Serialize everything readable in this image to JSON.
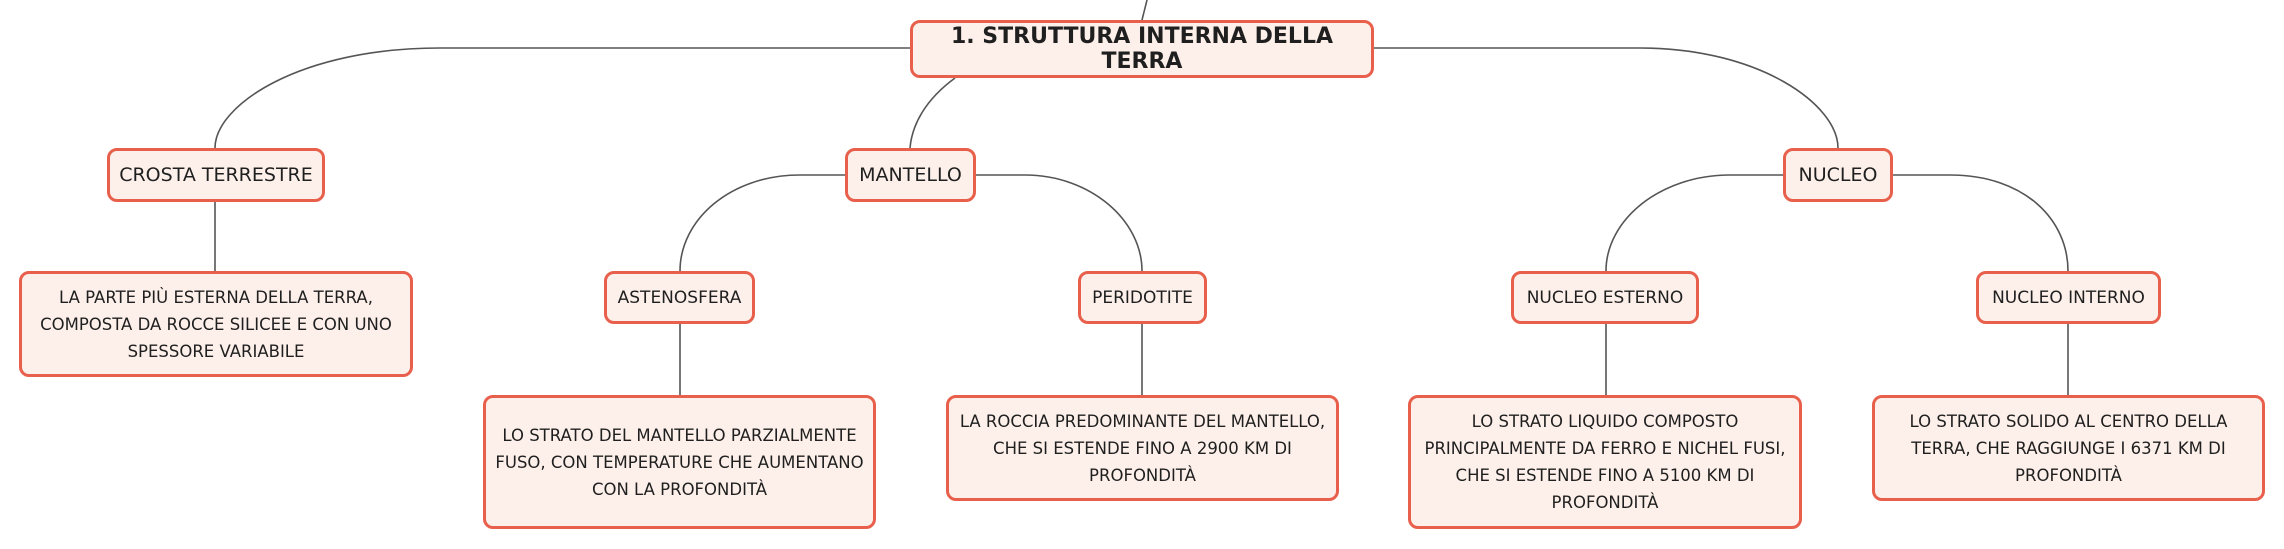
{
  "root": "1. STRUTTURA INTERNA DELLA TERRA",
  "branches": [
    {
      "label": "CROSTA TERRESTRE",
      "description": "LA PARTE PIÙ ESTERNA DELLA TERRA, COMPOSTA DA ROCCE SILICEE E CON UNO SPESSORE VARIABILE"
    },
    {
      "label": "MANTELLO",
      "children": [
        {
          "label": "ASTENOSFERA",
          "description": "LO STRATO DEL MANTELLO PARZIALMENTE FUSO, CON TEMPERATURE CHE AUMENTANO CON LA PROFONDITÀ"
        },
        {
          "label": "PERIDOTITE",
          "description": "LA ROCCIA PREDOMINANTE DEL MANTELLO, CHE SI ESTENDE FINO A 2900 KM DI PROFONDITÀ"
        }
      ]
    },
    {
      "label": "NUCLEO",
      "children": [
        {
          "label": "NUCLEO ESTERNO",
          "description": "LO STRATO LIQUIDO COMPOSTO PRINCIPALMENTE DA FERRO E NICHEL FUSI, CHE SI ESTENDE FINO A 5100 KM DI PROFONDITÀ"
        },
        {
          "label": "NUCLEO INTERNO",
          "description": "LO STRATO SOLIDO AL CENTRO DELLA TERRA, CHE RAGGIUNGE I 6371 KM DI PROFONDITÀ"
        }
      ]
    }
  ],
  "colors": {
    "node_fill": "#fdf0ea",
    "node_border": "#e8604c",
    "connector": "#555555",
    "text": "#1f1f1f"
  }
}
